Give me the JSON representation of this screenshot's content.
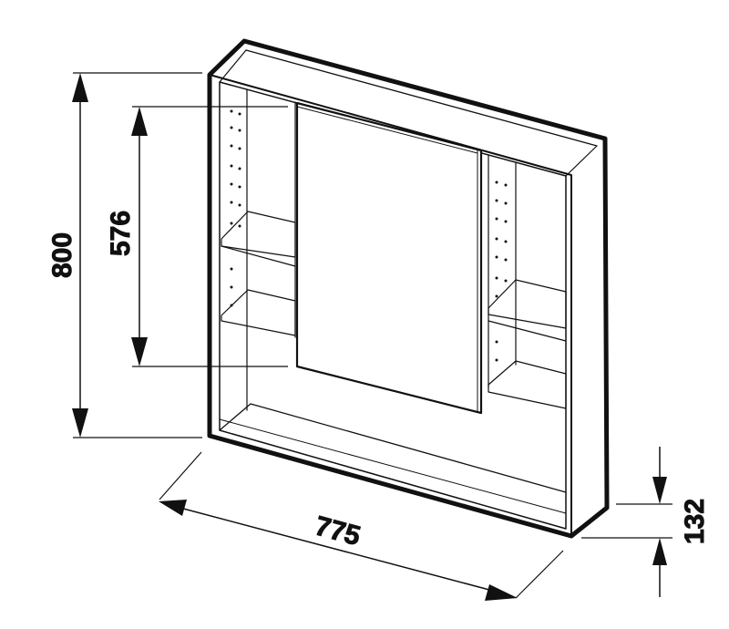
{
  "drawing": {
    "stroke_color": "#111111",
    "background": "#ffffff"
  },
  "dimensions": {
    "overall_height": "800",
    "door_height": "576",
    "width": "775",
    "depth": "132"
  }
}
